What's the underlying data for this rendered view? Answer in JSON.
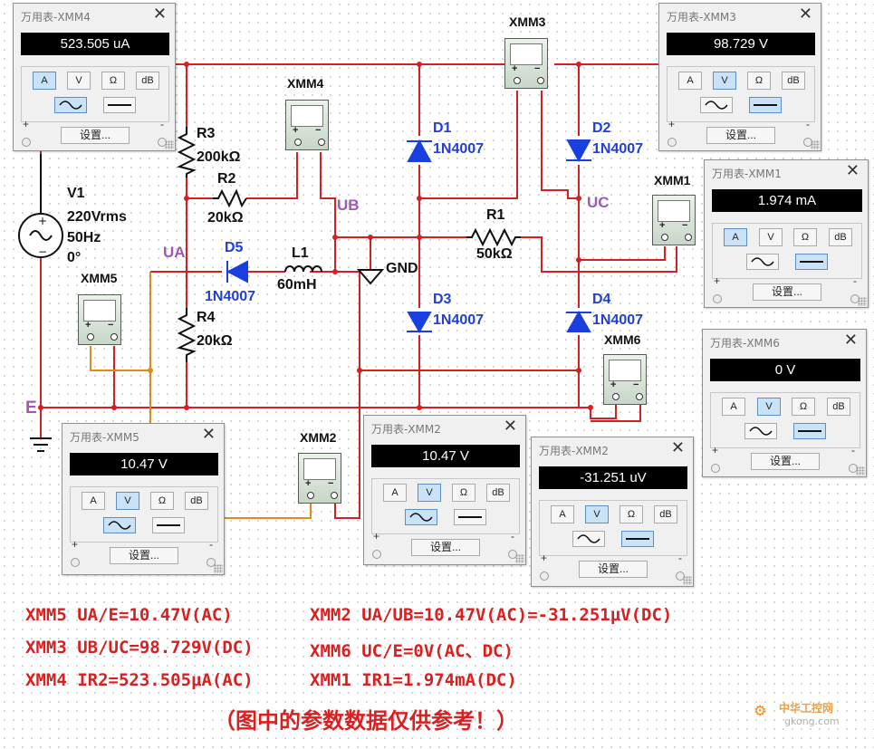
{
  "components": {
    "v1": {
      "ref": "V1",
      "value": "220Vrms",
      "freq": "50Hz",
      "phase": "0°"
    },
    "r3": {
      "ref": "R3",
      "value": "200kΩ"
    },
    "r2": {
      "ref": "R2",
      "value": "20kΩ"
    },
    "r4": {
      "ref": "R4",
      "value": "20kΩ"
    },
    "r1": {
      "ref": "R1",
      "value": "50kΩ"
    },
    "l1": {
      "ref": "L1",
      "value": "60mH"
    },
    "d1": {
      "ref": "D1",
      "part": "1N4007"
    },
    "d2": {
      "ref": "D2",
      "part": "1N4007"
    },
    "d3": {
      "ref": "D3",
      "part": "1N4007"
    },
    "d4": {
      "ref": "D4",
      "part": "1N4007"
    },
    "d5": {
      "ref": "D5",
      "part": "1N4007"
    },
    "gnd": "GND"
  },
  "nodes": {
    "ua": "UA",
    "ub": "UB",
    "uc": "UC",
    "e": "E"
  },
  "meters": {
    "xmm1": "XMM1",
    "xmm2": "XMM2",
    "xmm3": "XMM3",
    "xmm4": "XMM4",
    "xmm5": "XMM5",
    "xmm6": "XMM6"
  },
  "panels": [
    {
      "title": "万用表-XMM4",
      "reading": "523.505 uA",
      "mode": "A",
      "wave": "ac"
    },
    {
      "title": "万用表-XMM3",
      "reading": "98.729 V",
      "mode": "V",
      "wave": "dc"
    },
    {
      "title": "万用表-XMM1",
      "reading": "1.974 mA",
      "mode": "A",
      "wave": "dc"
    },
    {
      "title": "万用表-XMM6",
      "reading": "0 V",
      "mode": "V",
      "wave": "dc"
    },
    {
      "title": "万用表-XMM5",
      "reading": "10.47 V",
      "mode": "V",
      "wave": "ac"
    },
    {
      "title": "万用表-XMM2",
      "reading": "10.47 V",
      "mode": "V",
      "wave": "ac"
    },
    {
      "title": "万用表-XMM2",
      "reading": "-31.251 uV",
      "mode": "V",
      "wave": "dc"
    }
  ],
  "panel_ui": {
    "close": "✕",
    "btn_a": "A",
    "btn_v": "V",
    "btn_ohm": "Ω",
    "btn_db": "dB",
    "settings": "设置...",
    "plus": "+",
    "minus": "-"
  },
  "notes": [
    "XMM5 UA/E=10.47V(AC)",
    "XMM3 UB/UC=98.729V(DC)",
    "XMM4 IR2=523.505μA(AC)",
    "XMM2 UA/UB=10.47V(AC)=-31.251μV(DC)",
    "XMM6 UC/E=0V(AC、DC)",
    "XMM1 IR1=1.974mA(DC)"
  ],
  "footer": "（图中的参数数据仅供参考！）",
  "watermark": {
    "cn": "中华工控网",
    "url": "gkong.com"
  },
  "colors": {
    "wire": "#d42020",
    "orange_wire": "#e08a1e",
    "diode": "#1a3fe0",
    "note": "#d92020",
    "node": "#a057b8"
  }
}
